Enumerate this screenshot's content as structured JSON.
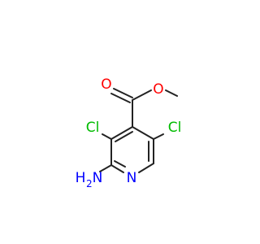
{
  "molecule": {
    "atoms": {
      "oxygen_carbonyl": {
        "label": "O",
        "color": "#ff0000"
      },
      "oxygen_ester": {
        "label": "O",
        "color": "#ff0000"
      },
      "chlorine_left": {
        "label": "Cl",
        "color": "#00bb00"
      },
      "chlorine_right": {
        "label": "Cl",
        "color": "#00bb00"
      },
      "nitrogen_ring": {
        "label": "N",
        "color": "#0000ff"
      },
      "amino": {
        "label": "H",
        "subscript": "2",
        "nitrogen": "N",
        "color": "#0000ff"
      }
    },
    "bond_color": "#222222"
  }
}
